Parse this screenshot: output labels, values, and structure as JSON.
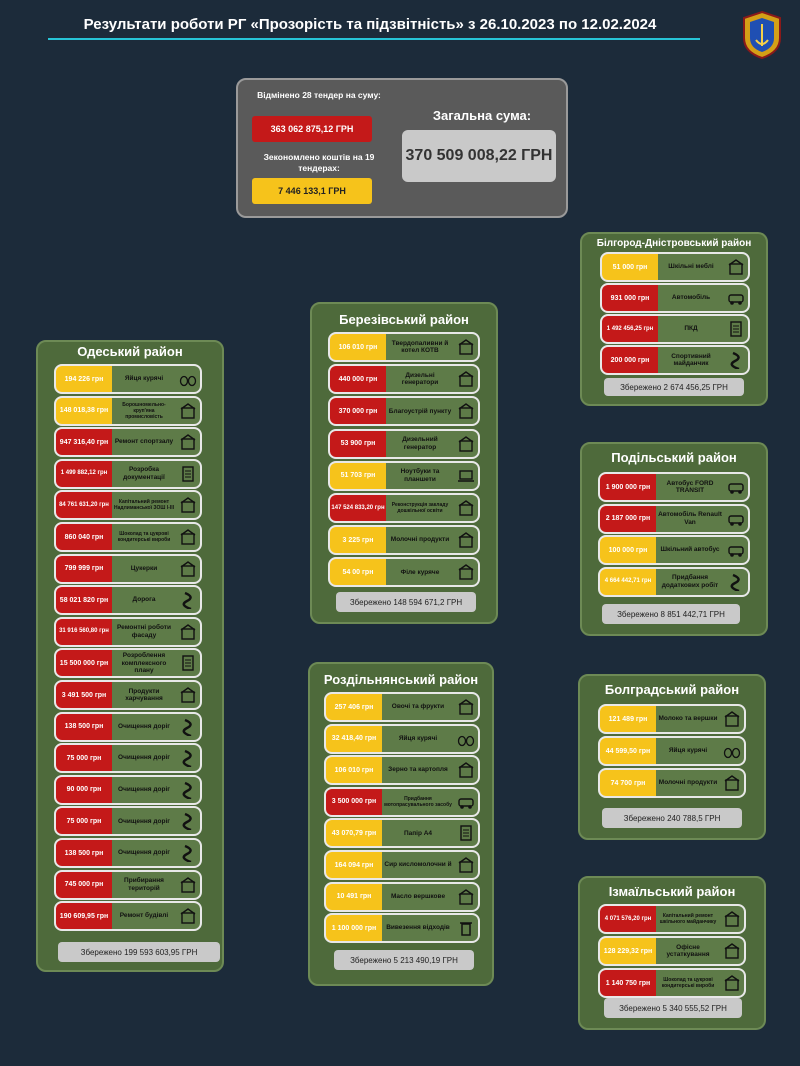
{
  "header": {
    "title": "Результати роботи РГ «Прозорість та підзвітність» з 26.10.2023 по 12.02.2024"
  },
  "summary": {
    "cancelled_label": "Відмінено 28 тендер на суму:",
    "cancelled_value": "363 062 875,12 ГРН",
    "saved_label": "Зекономлено коштів на  19 тендерах:",
    "saved_value": "7 446 133,1 ГРН",
    "total_label": "Загальна сума:",
    "total_value": "370 509 008,22 ГРН"
  },
  "colors": {
    "background": "#1c2b3a",
    "panel": "#4e6a3b",
    "yellow": "#f6c31b",
    "red": "#c41919",
    "accent_line": "#27c4d6"
  },
  "districts": {
    "odesa": {
      "title": "Одеський район",
      "saved": "Збережено 199 593 603,95 ГРН",
      "items": [
        {
          "value": "194 226 грн",
          "label": "Яйця курячі",
          "color": "y",
          "icon": "eggs-icon"
        },
        {
          "value": "148 018,38 грн",
          "label": "Борошномельно-круп'яна промисловість",
          "color": "y",
          "icon": "flour-icon"
        },
        {
          "value": "947 316,40 грн",
          "label": "Ремонт спортзалу",
          "color": "r",
          "icon": "repair-icon"
        },
        {
          "value": "1 499 882,12 грн",
          "label": "Розробка документації",
          "color": "r",
          "icon": "document-icon"
        },
        {
          "value": "84 761 631,20 грн",
          "label": "Капітальний ремонт Надлиманської ЗОШ І-ІІІ",
          "color": "r",
          "icon": "school-icon"
        },
        {
          "value": "860 040 грн",
          "label": "Шоколад та цукрові кондитерські вироби",
          "color": "r",
          "icon": "chocolate-icon"
        },
        {
          "value": "799 999 грн",
          "label": "Цукерки",
          "color": "r",
          "icon": "candy-icon"
        },
        {
          "value": "58 021 820 грн",
          "label": "Дорога",
          "color": "r",
          "icon": "road-icon"
        },
        {
          "value": "31 916 560,80 грн",
          "label": "Ремонтні роботи фасаду",
          "color": "r",
          "icon": "facade-icon"
        },
        {
          "value": "15 500 000 грн",
          "label": "Розроблення комплексного плану",
          "color": "r",
          "icon": "plan-icon"
        },
        {
          "value": "3 491 500 грн",
          "label": "Продукти харчування",
          "color": "r",
          "icon": "groceries-icon"
        },
        {
          "value": "138 500 грн",
          "label": "Очищення доріг",
          "color": "r",
          "icon": "road-icon"
        },
        {
          "value": "75 000 грн",
          "label": "Очищення доріг",
          "color": "r",
          "icon": "road-icon"
        },
        {
          "value": "90 000 грн",
          "label": "Очищення доріг",
          "color": "r",
          "icon": "road-icon"
        },
        {
          "value": "75 000 грн",
          "label": "Очищення доріг",
          "color": "r",
          "icon": "road-icon"
        },
        {
          "value": "138 500 грн",
          "label": "Очищення доріг",
          "color": "r",
          "icon": "road-icon"
        },
        {
          "value": "745 000 грн",
          "label": "Прибирання територій",
          "color": "r",
          "icon": "cleaning-icon"
        },
        {
          "value": "190 609,95 грн",
          "label": "Ремонт будівлі",
          "color": "r",
          "icon": "building-icon"
        }
      ]
    },
    "berezivskyi": {
      "title": "Березівський район",
      "saved": "Збережено 148 594 671,2 ГРН",
      "items": [
        {
          "value": "106 010 грн",
          "label": "Твердопаливни й котел КОТВ",
          "color": "y",
          "icon": "boiler-icon"
        },
        {
          "value": "440 000 грн",
          "label": "Дизельні генератори",
          "color": "r",
          "icon": "generator-icon"
        },
        {
          "value": "370 000 грн",
          "label": "Благоустрій пункту",
          "color": "r",
          "icon": "building-icon"
        },
        {
          "value": "53 900 грн",
          "label": "Дизельний генератор",
          "color": "r",
          "icon": "generator-icon"
        },
        {
          "value": "51 703 грн",
          "label": "Ноутбуки та планшети",
          "color": "y",
          "icon": "laptop-icon"
        },
        {
          "value": "147 524 833,20 грн",
          "label": "Реконструкція закладу дошкільної освіти",
          "color": "r",
          "icon": "kindergarten-icon"
        },
        {
          "value": "3 225 грн",
          "label": "Молочні продукти",
          "color": "y",
          "icon": "milk-icon"
        },
        {
          "value": "54 00 грн",
          "label": "Філе куряче",
          "color": "y",
          "icon": "chicken-icon"
        }
      ]
    },
    "rozdilnianskyi": {
      "title": "Роздільнянський район",
      "saved": "Збережено 5 213 490,19 ГРН",
      "items": [
        {
          "value": "257 406 грн",
          "label": "Овочі та фрукти",
          "color": "y",
          "icon": "fruits-icon"
        },
        {
          "value": "32 418,40 грн",
          "label": "Яйця курячі",
          "color": "y",
          "icon": "eggs-icon"
        },
        {
          "value": "106 010 грн",
          "label": "Зерно та картопля",
          "color": "y",
          "icon": "grain-icon"
        },
        {
          "value": "3 500 000 грн",
          "label": "Придбання мотопрасувального засобу",
          "color": "r",
          "icon": "vehicle-icon"
        },
        {
          "value": "43 070,79 грн",
          "label": "Папір А4",
          "color": "y",
          "icon": "paper-icon"
        },
        {
          "value": "164 094 грн",
          "label": "Сир кисломолочни й",
          "color": "y",
          "icon": "cheese-icon"
        },
        {
          "value": "10 491 грн",
          "label": "Масло вершкове",
          "color": "y",
          "icon": "butter-icon"
        },
        {
          "value": "1 100 000 грн",
          "label": "Вивезення відходів",
          "color": "y",
          "icon": "trash-icon"
        }
      ]
    },
    "bilhorod": {
      "title": "Білгород-Дністровський район",
      "saved": "Збережено 2 674 456,25 ГРН",
      "items": [
        {
          "value": "51 000 грн",
          "label": "Шкільні меблі",
          "color": "y",
          "icon": "furniture-icon"
        },
        {
          "value": "931 000 грн",
          "label": "Автомобіль",
          "color": "r",
          "icon": "car-icon"
        },
        {
          "value": "1 492 456,25 грн",
          "label": "ПКД",
          "color": "r",
          "icon": "document-icon"
        },
        {
          "value": "200 000 грн",
          "label": "Спортивний майданчик",
          "color": "r",
          "icon": "road-icon"
        }
      ]
    },
    "podilskyi": {
      "title": "Подільський район",
      "saved": "Збережено 8 851 442,71 ГРН",
      "items": [
        {
          "value": "1 900 000 грн",
          "label": "Автобус FORD TRANSIT",
          "color": "r",
          "icon": "van-icon"
        },
        {
          "value": "2 187 000 грн",
          "label": "Автомобіль Renault Van",
          "color": "r",
          "icon": "van-icon"
        },
        {
          "value": "100 000 грн",
          "label": "Шкільний автобус",
          "color": "y",
          "icon": "bus-icon"
        },
        {
          "value": "4 664 442,71 грн",
          "label": "Придбання додаткових робіт",
          "color": "y",
          "icon": "road-icon"
        }
      ]
    },
    "bolhradskyi": {
      "title": "Болградський район",
      "saved": "Збережено 240 788,5 ГРН",
      "items": [
        {
          "value": "121 489 грн",
          "label": "Молоко та вершки",
          "color": "y",
          "icon": "milk-icon"
        },
        {
          "value": "44 599,50 грн",
          "label": "Яйця курячі",
          "color": "y",
          "icon": "eggs-icon"
        },
        {
          "value": "74 700 грн",
          "label": "Молочні продукти",
          "color": "y",
          "icon": "milk-icon"
        }
      ]
    },
    "izmailskyi": {
      "title": "Ізмаїльський  район",
      "saved": "Збережено 5 340 555,52 ГРН",
      "items": [
        {
          "value": "4 071 576,20 грн",
          "label": "Капітальний ремонт шкільного майданчику",
          "color": "r",
          "icon": "school-icon"
        },
        {
          "value": "128 229,32 грн",
          "label": "Офісне устаткування",
          "color": "y",
          "icon": "office-icon"
        },
        {
          "value": "1 140 750 грн",
          "label": "Шоколад та цукрові кондитерські вироби",
          "color": "r",
          "icon": "chocolate-icon"
        }
      ]
    }
  }
}
